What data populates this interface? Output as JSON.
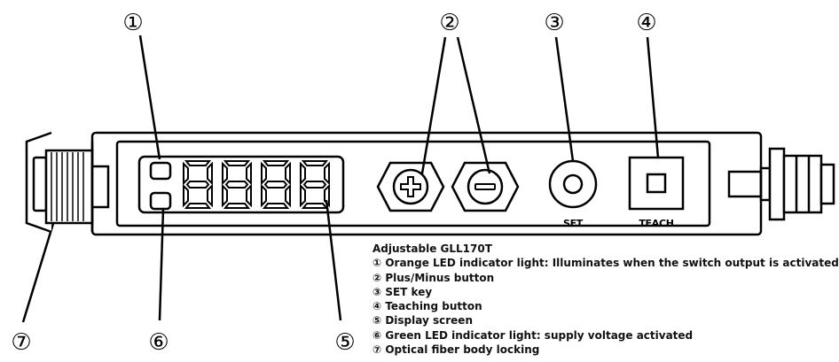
{
  "callouts": [
    "①",
    "②",
    "③",
    "④",
    "⑤",
    "⑥",
    "⑦"
  ],
  "buttons": {
    "set_label": "SET",
    "teach_label": "TEACH"
  },
  "legend": {
    "title": "Adjustable GLL170T",
    "items": [
      "① Orange LED indicator light: Illuminates when the switch output is activated",
      "② Plus/Minus button",
      "③ SET key",
      "④ Teaching button",
      "⑤ Display screen",
      "⑥ Green LED indicator light: supply voltage activated",
      "⑦ Optical fiber body locking"
    ]
  },
  "colors": {
    "line": "#000000",
    "background": "#ffffff",
    "text": "#111111"
  }
}
